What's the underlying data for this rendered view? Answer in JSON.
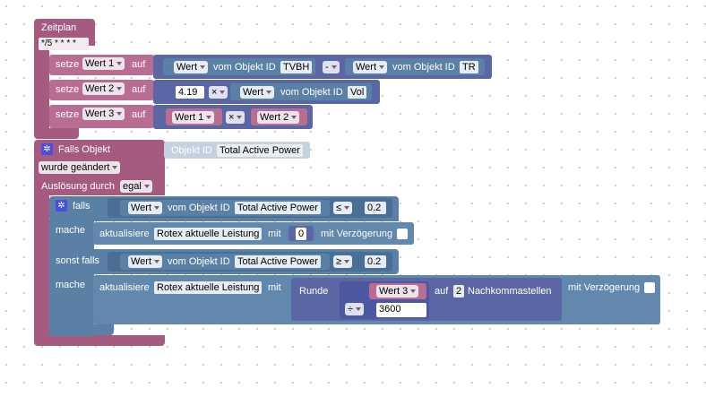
{
  "schedule": {
    "title": "Zeitplan",
    "cron": "*/5 * * * *",
    "rows": [
      {
        "prefix": "setze",
        "var": "Wert 1",
        "suffix": "auf"
      },
      {
        "prefix": "setze",
        "var": "Wert 2",
        "suffix": "auf"
      },
      {
        "prefix": "setze",
        "var": "Wert 3",
        "suffix": "auf"
      }
    ],
    "row1": {
      "left_prop": "Wert",
      "from_label": "vom Objekt ID",
      "left_id": "TVBH",
      "op": "-",
      "right_prop": "Wert",
      "right_id": "TR"
    },
    "row2": {
      "number": "4.19",
      "op": "×",
      "prop": "Wert",
      "from_label": "vom Objekt ID",
      "id": "Vol"
    },
    "row3": {
      "left_var": "Wert 1",
      "op": "×",
      "right_var": "Wert 2"
    }
  },
  "trigger": {
    "title": "Falls Objekt",
    "object_label": "Objekt ID",
    "object_value": "Total Active Power",
    "changed": "wurde geändert",
    "by_label": "Auslösung durch",
    "by_value": "egal"
  },
  "ifblock": {
    "if_label": "falls",
    "do_label": "mache",
    "elseif_label": "sonst falls",
    "cond1": {
      "prop": "Wert",
      "from_label": "vom Objekt ID",
      "id": "Total Active Power",
      "op": "≤",
      "value": "0.2"
    },
    "action1": {
      "label": "aktualisiere",
      "target": "Rotex aktuelle Leistung",
      "with": "mit",
      "value": "0",
      "delay": "mit Verzögerung"
    },
    "cond2": {
      "prop": "Wert",
      "from_label": "vom Objekt ID",
      "id": "Total Active Power",
      "op": "≥",
      "value": "0.2"
    },
    "action2": {
      "label": "aktualisiere",
      "target": "Rotex aktuelle Leistung",
      "with": "mit",
      "delay": "mit Verzögerung",
      "round_label": "Runde",
      "var": "Wert 3",
      "on_label": "auf",
      "decimals": "2",
      "decimals_label": "Nachkommastellen",
      "div_op": "÷",
      "divisor": "3600"
    }
  }
}
